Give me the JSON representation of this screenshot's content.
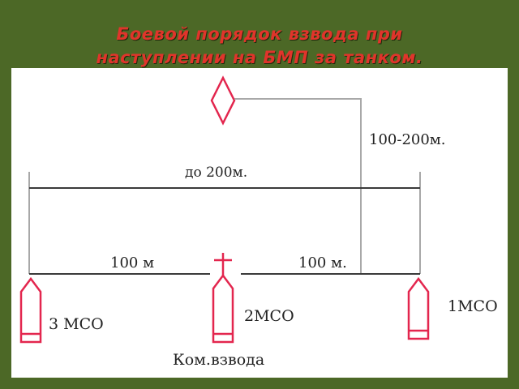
{
  "title": {
    "line1": "Боевой порядок взвода при",
    "line2": "наступлении на БМП за танком."
  },
  "diagram": {
    "labels": {
      "tank_distance": "100-200м.",
      "front_width": "до 200м.",
      "left_interval": "100 м",
      "right_interval": "100 м."
    },
    "units": [
      {
        "label": "3 МСО",
        "symbol": "bmp-icon"
      },
      {
        "label": "2МСО",
        "symbol": "bmp-icon"
      },
      {
        "label": "1МСО",
        "symbol": "bmp-icon"
      }
    ],
    "tank_symbol": "tank-icon",
    "commander": {
      "label": "Ком.взвода",
      "symbol": "commander-cross-icon"
    }
  },
  "colors": {
    "background": "#4c6826",
    "title": "#e0342b",
    "symbols": "#e3264e",
    "lines_dark": "#3a3a3a",
    "lines_light": "#a8a8a8"
  }
}
